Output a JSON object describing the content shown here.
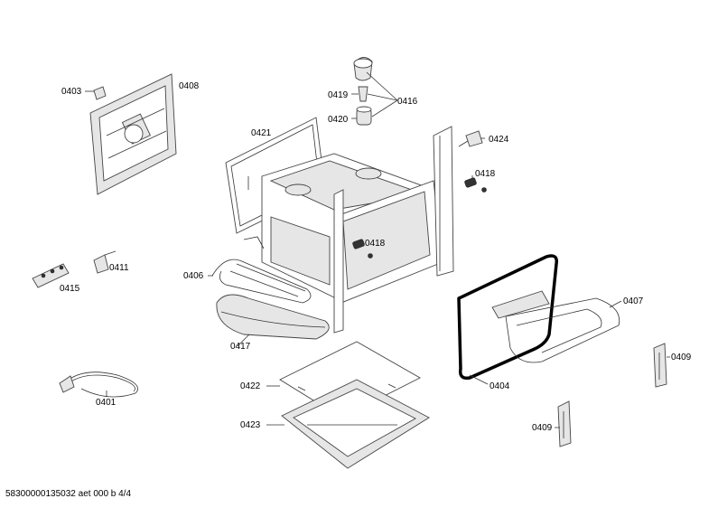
{
  "diagram": {
    "labels": {
      "p0403": "0403",
      "p0408": "0408",
      "p0419": "0419",
      "p0416": "0416",
      "p0420": "0420",
      "p0421": "0421",
      "p0424": "0424",
      "p0418a": "0418",
      "p0418b": "0418",
      "p0411": "0411",
      "p0415": "0415",
      "p0406": "0406",
      "p0407": "0407",
      "p0417": "0417",
      "p0404": "0404",
      "p0409a": "0409",
      "p0409b": "0409",
      "p0401": "0401",
      "p0422": "0422",
      "p0423": "0423"
    },
    "footer": "58300000135032 aet 000 b 4/4"
  }
}
